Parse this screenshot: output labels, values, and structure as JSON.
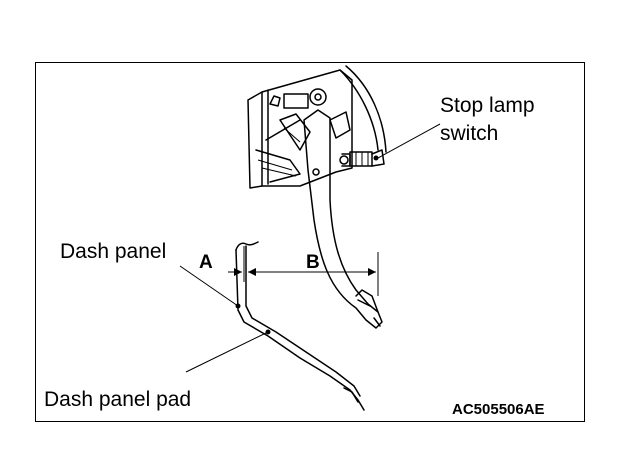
{
  "labels": {
    "stop_lamp_line1": "Stop lamp",
    "stop_lamp_line2": "switch",
    "dash_panel": "Dash panel",
    "dash_panel_pad": "Dash panel pad",
    "dim_a": "A",
    "dim_b": "B",
    "figure_code": "AC505506AE"
  },
  "colors": {
    "line": "#000000",
    "background": "#ffffff"
  }
}
